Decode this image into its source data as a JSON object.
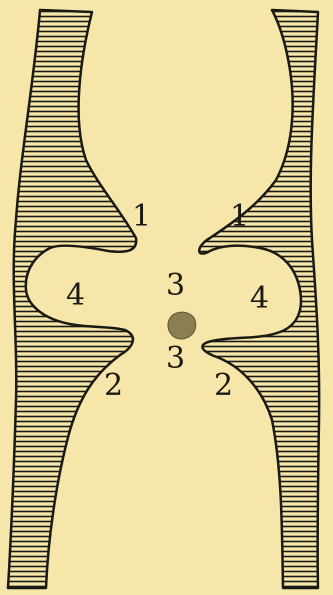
{
  "figure": {
    "colors": {
      "background": "#f6e6a9",
      "ink": "#1a1a14",
      "nucleus": "#8a7f52"
    },
    "labels": {
      "left_upper": "1",
      "right_upper": "1",
      "center_upper": "3",
      "center_lower": "3",
      "left_middle": "4",
      "right_middle": "4",
      "left_lower": "2",
      "right_lower": "2"
    }
  }
}
